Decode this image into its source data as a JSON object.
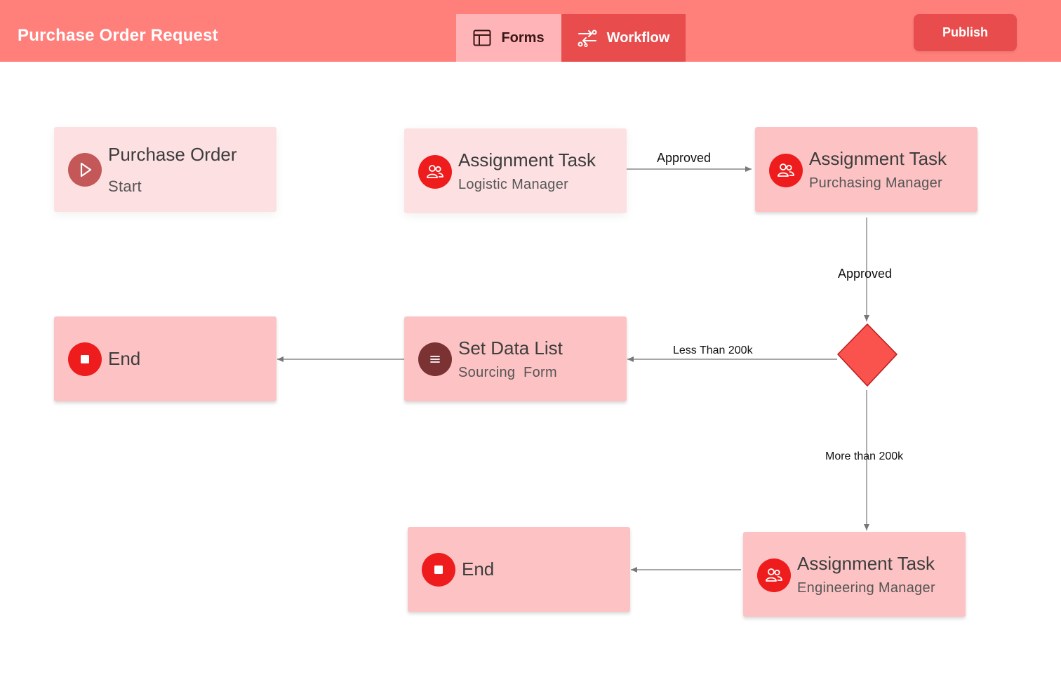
{
  "header": {
    "title": "Purchase Order Request",
    "tabs": [
      {
        "label": "Forms",
        "icon": "layout-icon",
        "active": false
      },
      {
        "label": "Workflow",
        "icon": "workflow-icon",
        "active": true
      }
    ],
    "publish_label": "Publish"
  },
  "nodes": {
    "start": {
      "title": "Purchase Order",
      "subtitle": "Start",
      "icon": "play-icon"
    },
    "task_logistic": {
      "title": "Assignment Task",
      "subtitle": "Logistic Manager",
      "icon": "users-icon"
    },
    "task_purchasing": {
      "title": "Assignment Task",
      "subtitle": "Purchasing Manager",
      "icon": "users-icon"
    },
    "end_1": {
      "title": "End",
      "icon": "stop-icon"
    },
    "set_data": {
      "title": "Set Data List",
      "subtitle": "Sourcing  Form",
      "icon": "list-icon"
    },
    "end_2": {
      "title": "End",
      "icon": "stop-icon"
    },
    "task_engineering": {
      "title": "Assignment Task",
      "subtitle": "Engineering Manager",
      "icon": "users-icon"
    }
  },
  "edges": {
    "logistic_to_purchasing": "Approved",
    "purchasing_to_decision": "Approved",
    "decision_less": "Less Than 200k",
    "decision_more": "More than 200k"
  },
  "colors": {
    "header": "#ff7f7b",
    "accent": "#e84c4c",
    "node_light": "#fde0e2",
    "node_mid": "#fdc3c4",
    "decision": "#fa524d",
    "icon_red": "#ee1c1c"
  }
}
